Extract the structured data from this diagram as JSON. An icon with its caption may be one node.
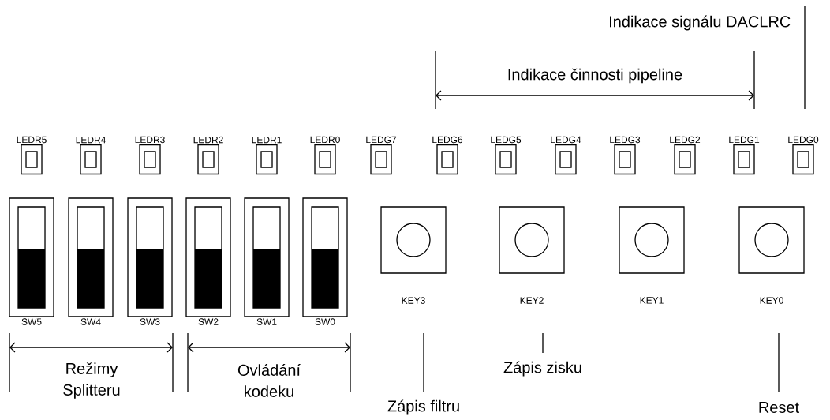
{
  "diagram": {
    "nodes": [
      {
        "text": [
          "LEDR5"
        ]
      },
      {
        "text": [
          "LEDR4"
        ]
      },
      {
        "text": [
          "LEDR3"
        ]
      },
      {
        "text": [
          "LEDR2"
        ]
      },
      {
        "text": [
          "LEDR1"
        ]
      },
      {
        "text": [
          "LEDR0"
        ]
      },
      {
        "text": [
          "LEDG7"
        ]
      },
      {
        "text": [
          "LEDG6"
        ]
      },
      {
        "text": [
          "LEDG5"
        ]
      },
      {
        "text": [
          "LEDG4"
        ]
      },
      {
        "text": [
          "LEDG3"
        ]
      },
      {
        "text": [
          "LEDG2"
        ]
      },
      {
        "text": [
          "LEDG1"
        ]
      },
      {
        "text": [
          "LEDG0"
        ]
      },
      {
        "text": [
          "SW5"
        ]
      },
      {
        "text": [
          "SW4"
        ]
      },
      {
        "text": [
          "SW3"
        ]
      },
      {
        "text": [
          "SW2"
        ]
      },
      {
        "text": [
          "SW1"
        ]
      },
      {
        "text": [
          "SW0"
        ]
      },
      {
        "text": [
          "KEY3"
        ]
      },
      {
        "text": [
          "KEY2"
        ]
      },
      {
        "text": [
          "KEY1"
        ]
      },
      {
        "text": [
          "KEY0"
        ]
      }
    ],
    "labels": [
      "Indikace signálu DACLRC",
      "Indikace činnosti pipeline",
      "Režimy Splitteru",
      "Ovládání kodeku",
      "Zápis zisku",
      "Zápis filtru",
      "Reset"
    ]
  }
}
